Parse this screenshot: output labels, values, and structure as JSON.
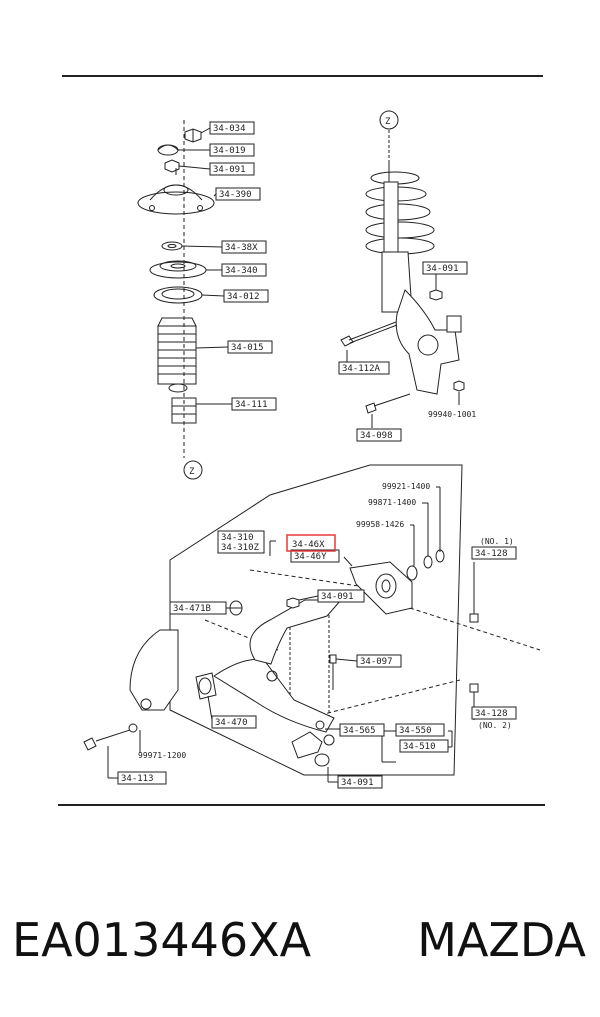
{
  "caption": {
    "part_number": "EA013446XA",
    "brand": "MAZDA"
  },
  "labels": {
    "p34034": "34-034",
    "p34019": "34-019",
    "p34091a": "34-091",
    "p34390": "34-390",
    "p343bx": "34-38X",
    "p34340": "34-340",
    "p34012": "34-012",
    "p34015": "34-015",
    "p34111": "34-111",
    "p34091b": "34-091",
    "p34112a": "34-112A",
    "n99940": "99940-1001",
    "p34098": "34-098",
    "n99921": "99921-1400",
    "n99871": "99871-1400",
    "n99958": "99958-1426",
    "p34310": "34-310",
    "p34310z": "34-310Z",
    "p3446x": "34-46X",
    "p3446y": "34-46Y",
    "no1": "(NO. 1)",
    "p34128a": "34-128",
    "p3447b": "34-471B",
    "p34091c": "34-091",
    "p34097": "34-097",
    "p34128b": "34-128",
    "no2": "(NO. 2)",
    "p34470": "34-470",
    "p34565": "34-565",
    "p34550": "34-550",
    "p34510": "34-510",
    "n99971": "99971-1200",
    "p34113": "34-113",
    "p34091d": "34-091",
    "z_top": "Z",
    "z_bottom": "Z"
  },
  "highlight_color": "#e53935",
  "line_color": "#222222"
}
